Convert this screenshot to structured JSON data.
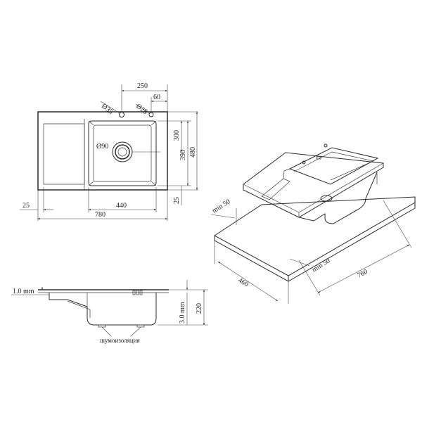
{
  "top_view": {
    "dim_250": "250",
    "dim_60": "60",
    "dia_35": "Ø35",
    "dia_28": "Ø28",
    "dia_90": "Ø90",
    "dim_300": "300",
    "dim_390": "390",
    "dim_480": "480",
    "dim_25_right": "25",
    "dim_25_left": "25",
    "dim_440": "440",
    "dim_780": "780"
  },
  "section_view": {
    "thickness_1": "1.0 mm",
    "thickness_3": "3.0 mm",
    "depth_220": "220",
    "insulation": "шумоизоляция"
  },
  "iso_view": {
    "min_50_top": "min 50",
    "min_50_bottom": "min 50",
    "dim_460": "460",
    "dim_760": "760"
  },
  "colors": {
    "line": "#2a2a2a",
    "background": "#ffffff"
  }
}
